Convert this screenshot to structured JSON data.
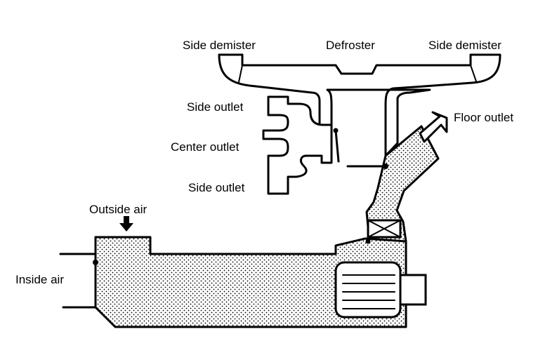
{
  "labels": {
    "side_demister_left": "Side demister",
    "defroster": "Defroster",
    "side_demister_right": "Side demister",
    "side_outlet_top": "Side outlet",
    "center_outlet": "Center outlet",
    "side_outlet_bottom": "Side outlet",
    "floor_outlet": "Floor outlet",
    "outside_air": "Outside air",
    "inside_air": "Inside air"
  },
  "colors": {
    "ink": "#000000",
    "background": "#ffffff"
  },
  "icons": {
    "floor_arrow": "hollow-arrow-up-right",
    "outside_arrow": "solid-arrow-down"
  }
}
